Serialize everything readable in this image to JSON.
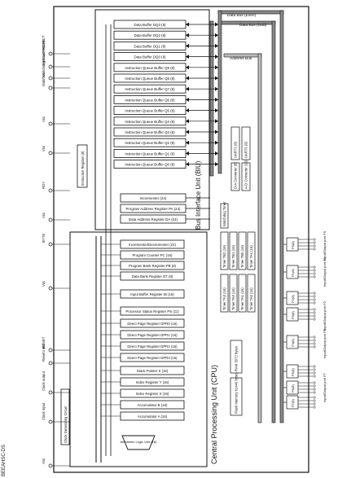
{
  "watermark": "BEEAHSC-DS",
  "cpu": {
    "title": "Central Processing Unit (CPU)",
    "registers": [
      "Incrementer/Decrementer (24)",
      "Program Counter PC (16)",
      "Program Bank Register PB (8)",
      "Data Bank Register DT (8)",
      "Input Buffer Register IB (16)",
      "Processor Status Register PS (11)",
      "Direct Page Register DPR0 (16)",
      "Direct Page Register DPR1 (16)",
      "Direct Page Register DPR2 (16)",
      "Direct Page Register DPR3 (16)",
      "Stack Pointer S (16)",
      "Index Register Y (16)",
      "Index Register X (16)",
      "Accumulator B (16)",
      "Accumulator A (16)"
    ],
    "alu": "Arithmetic Logic Unit (16)"
  },
  "biu": {
    "title": "Bus Interface Unit (BIU)",
    "buffers": [
      "Data Buffer DQ3 (8)",
      "Data Buffer DQ2 (8)",
      "Data Buffer DQ1 (8)",
      "Data Buffer DQ0 (8)",
      "Instruction Queue Buffer Q9 (8)",
      "Instruction Queue Buffer Q8 (8)",
      "Instruction Queue Buffer Q7 (8)",
      "Instruction Queue Buffer Q6 (8)",
      "Instruction Queue Buffer Q5 (8)",
      "Instruction Queue Buffer Q4 (8)",
      "Instruction Queue Buffer Q3 (8)",
      "Instruction Queue Buffer Q2 (8)",
      "Instruction Queue Buffer Q1 (8)",
      "Instruction Queue Buffer Q0 (8)"
    ],
    "address_regs": [
      "Incrementer (24)",
      "Program Address Register PA (24)",
      "Data Address Register DA (24)"
    ],
    "instruction_register": "Instruction Register (8)"
  },
  "buses": {
    "data_even": "Data Bus (Even)",
    "data_odd": "Data Bus (Odd)",
    "address": "Address Bus"
  },
  "pins": [
    "Vss",
    "Clock input",
    "Clock output",
    "Reset input",
    "RESET",
    "Vcc",
    "BYTE",
    "Vcc",
    "RDY",
    "Vss",
    "Vcc",
    "Wait/bus",
    "Watchdog timer",
    "Interrupt request",
    "PROTECT"
  ],
  "clock_circuit": "Clock Generating Circuit",
  "peripherals": {
    "uart": [
      "UART1 (9)",
      "UART0 (9)"
    ],
    "dc": [
      "D-A Converter (8)",
      "A-D Converter (10)"
    ],
    "timers": [
      "Timer TB2 (16)",
      "Timer TB1 (16)",
      "Timer TB0 (16)",
      "Timer TA4 (16)",
      "Timer TA3 (16)",
      "Timer TA2 (16)",
      "Timer TA1 (16)",
      "Timer TA0 (16)"
    ],
    "watchdog": "Watchdog Timer",
    "memory": [
      "RAM 3072 bytes",
      "Flash Memory 61440 bytes"
    ],
    "ports": [
      "P0(8)",
      "P1(8)",
      "P2(8)",
      "P3(8)",
      "P4(8)",
      "P5(8)",
      "P6(8)",
      "P7(8)"
    ],
    "port_labels": [
      "Input/Output port P0",
      "Input/Output port P1",
      "Input/Output port P2",
      "Input/Output port P5",
      "Input/Output port P7"
    ]
  }
}
